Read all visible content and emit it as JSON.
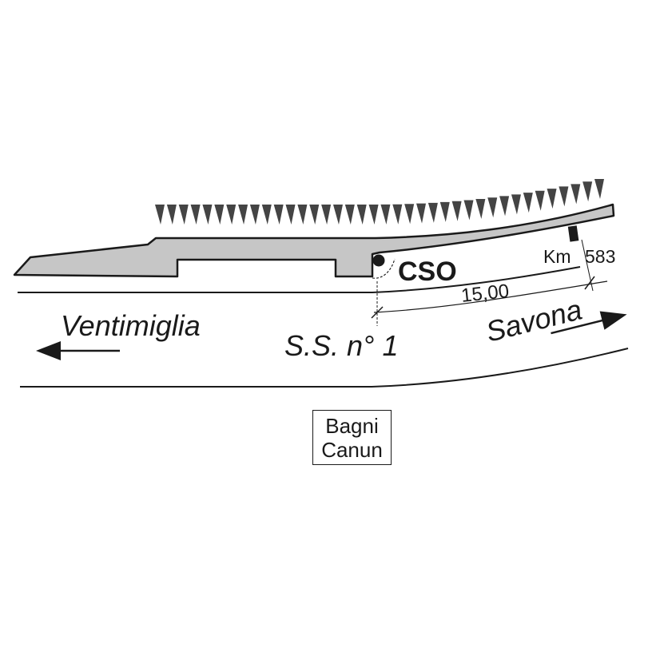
{
  "labels": {
    "ventimiglia": "Ventimiglia",
    "savona": "Savona",
    "road": "S.S. n° 1",
    "cso": "CSO",
    "km_prefix": "Km",
    "km_value": "583",
    "distance": "15,00"
  },
  "place": {
    "line1": "Bagni",
    "line2": "Canun"
  },
  "colors": {
    "ink": "#1a1a1a",
    "platform": "#c6c6c6",
    "background": "#ffffff"
  },
  "icons": {
    "west": "arrow-left-icon",
    "east": "arrow-right-icon",
    "marker": "location-dot-icon",
    "slope": "embankment-hatch-icon"
  }
}
